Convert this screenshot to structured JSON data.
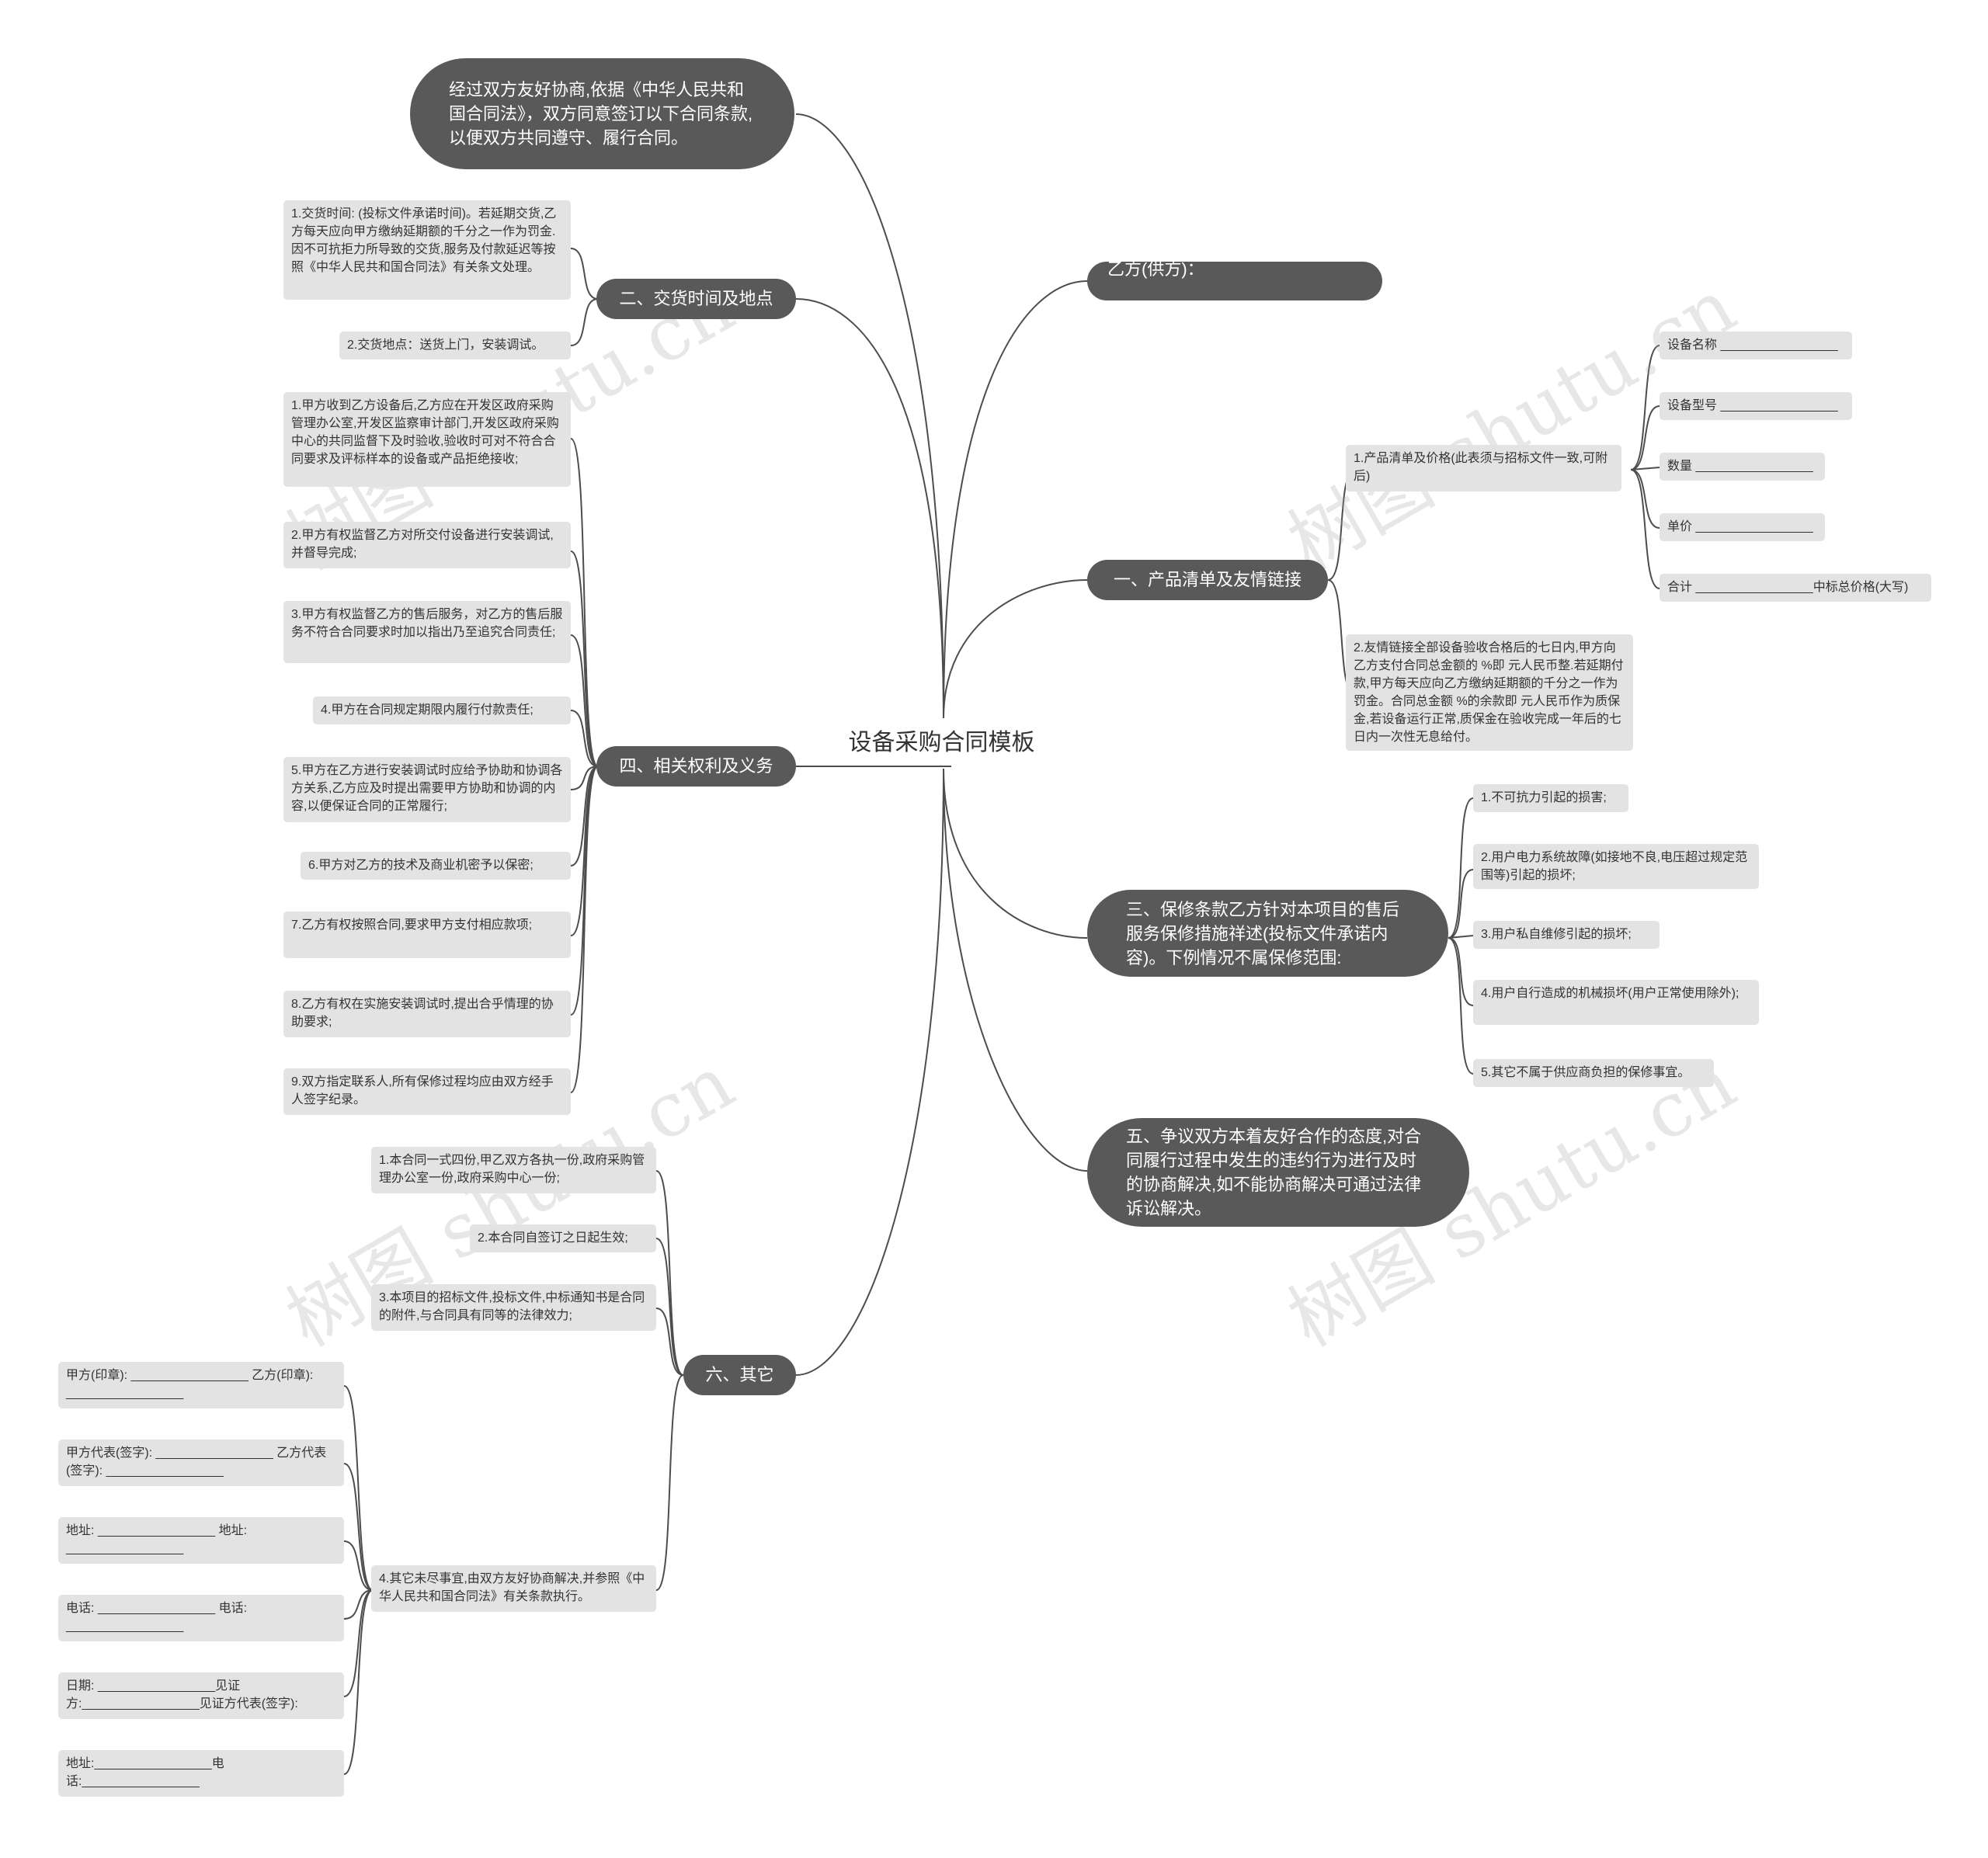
{
  "title": "设备采购合同模板",
  "watermark": "树图 shutu.cn",
  "intro": "经过双方友好协商,依据《中华人民共和国合同法》，双方同意签订以下合同条款,以便双方共同遵守、履行合同。",
  "branches": {
    "party_b": "乙方(供方)：____________________",
    "sec1": {
      "label": "一、产品清单及友情链接",
      "item1": "1.产品清单及价格(此表须与招标文件一致,可附后)",
      "item1_children": [
        "设备名称 _________________",
        "设备型号 _________________",
        "数量 _________________",
        "单价 _________________",
        "合计 _________________中标总价格(大写)"
      ],
      "item2": "2.友情链接全部设备验收合格后的七日内,甲方向乙方支付合同总金额的 %即 元人民币整.若延期付款,甲方每天应向乙方缴纳延期额的千分之一作为罚金。合同总金额 %的余款即 元人民币作为质保金,若设备运行正常,质保金在验收完成一年后的七日内一次性无息给付。"
    },
    "sec2": {
      "label": "二、交货时间及地点",
      "items": [
        "1.交货时间: (投标文件承诺时间)。若延期交货,乙方每天应向甲方缴纳延期额的千分之一作为罚金.因不可抗拒力所导致的交货,服务及付款延迟等按照《中华人民共和国合同法》有关条文处理。",
        "2.交货地点：送货上门，安装调试。"
      ]
    },
    "sec3": {
      "label": "三、保修条款乙方针对本项目的售后服务保修措施祥述(投标文件承诺内容)。下例情况不属保修范围:",
      "items": [
        "1.不可抗力引起的损害;",
        "2.用户电力系统故障(如接地不良,电压超过规定范围等)引起的损坏;",
        "3.用户私自维修引起的损坏;",
        "4.用户自行造成的机械损坏(用户正常使用除外);",
        "5.其它不属于供应商负担的保修事宜。"
      ]
    },
    "sec4": {
      "label": "四、相关权利及义务",
      "items": [
        "1.甲方收到乙方设备后,乙方应在开发区政府采购管理办公室,开发区监察审计部门,开发区政府采购中心的共同监督下及时验收,验收时可对不符合合同要求及评标样本的设备或产品拒绝接收;",
        "2.甲方有权监督乙方对所交付设备进行安装调试,并督导完成;",
        "3.甲方有权监督乙方的售后服务，对乙方的售后服务不符合合同要求时加以指出乃至追究合同责任;",
        "4.甲方在合同规定期限内履行付款责任;",
        "5.甲方在乙方进行安装调试时应给予协助和协调各方关系,乙方应及时提出需要甲方协助和协调的内容,以便保证合同的正常履行;",
        "6.甲方对乙方的技术及商业机密予以保密;",
        "7.乙方有权按照合同,要求甲方支付相应款项;",
        "8.乙方有权在实施安装调试时,提出合乎情理的协助要求;",
        "9.双方指定联系人,所有保修过程均应由双方经手人签字纪录。"
      ]
    },
    "sec5": {
      "label": "五、争议双方本着友好合作的态度,对合同履行过程中发生的违约行为进行及时的协商解决,如不能协商解决可通过法律诉讼解决。"
    },
    "sec6": {
      "label": "六、其它",
      "items": [
        "1.本合同一式四份,甲乙双方各执一份,政府采购管理办公室一份,政府采购中心一份;",
        "2.本合同自签订之日起生效;",
        "3.本项目的招标文件,投标文件,中标通知书是合同的附件,与合同具有同等的法律效力;",
        "4.其它未尽事宜,由双方友好协商解决,并参照《中华人民共和国合同法》有关条款执行。"
      ],
      "item4_children": [
        "甲方(印章): _________________ 乙方(印章): _________________",
        "甲方代表(签字): _________________ 乙方代表(签字): _________________",
        "地址: _________________ 地址: _________________",
        "电话: _________________ 电话: _________________",
        "日期: _________________见证方:_________________见证方代表(签字):",
        "地址:_________________电话:_________________"
      ]
    }
  }
}
